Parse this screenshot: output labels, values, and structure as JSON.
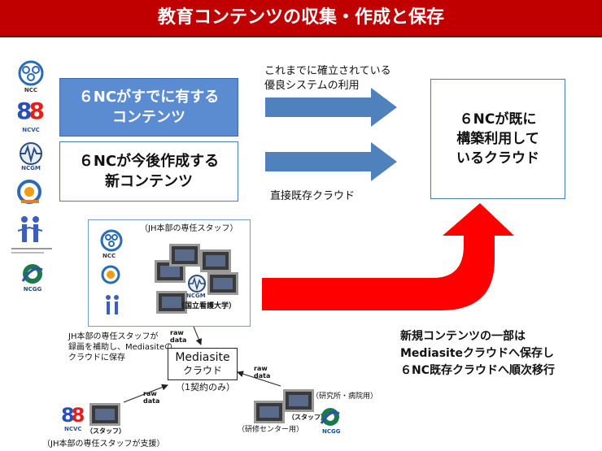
{
  "title": "教育コンテンツの収集・作成と保存",
  "logos": {
    "ncc": "NCC",
    "ncvc": "NCVC",
    "ncgm": "NCGM",
    "ncgg": "NCGG",
    "ncgm_school": "（国立看護大学）"
  },
  "boxes": {
    "existing": "６NCがすでに有する\nコンテンツ",
    "new": "６NCが今後作成する\n新コンテンツ",
    "cloud": "６NCが既に\n構築利用して\nいるクラウド"
  },
  "arrow_labels": {
    "top": "これまでに確立されている\n優良システムの利用",
    "bottom": "直接既存クラウド"
  },
  "group": {
    "staff_label": "（JH本部の専任スタッフ）"
  },
  "notes": {
    "jh_note": "JH本部の専任スタッフが\n録画を補助し、Mediasiteの\nクラウドに保存",
    "migration": "新規コンテンツの一部は\nMediasiteクラウドへ保存し\n６NC既存クラウドへ順次移行",
    "ncvc_staff": "（スタッフ）",
    "ncvc_support": "（JH本部の専任スタッフが支援）",
    "training": "（研修センター用）",
    "research": "（研究所・病院用）",
    "ncgg_staff": "（スタッフ）"
  },
  "mediasite": {
    "name": "Mediasite",
    "sub": "クラウド",
    "contract": "（1契約のみ）"
  },
  "raw_data": "raw\ndata",
  "colors": {
    "title_bar": "#c00000",
    "blue_box": "#5b8bd0",
    "blue_arrow": "#4f81bd",
    "red_arrow": "#ff0000"
  }
}
